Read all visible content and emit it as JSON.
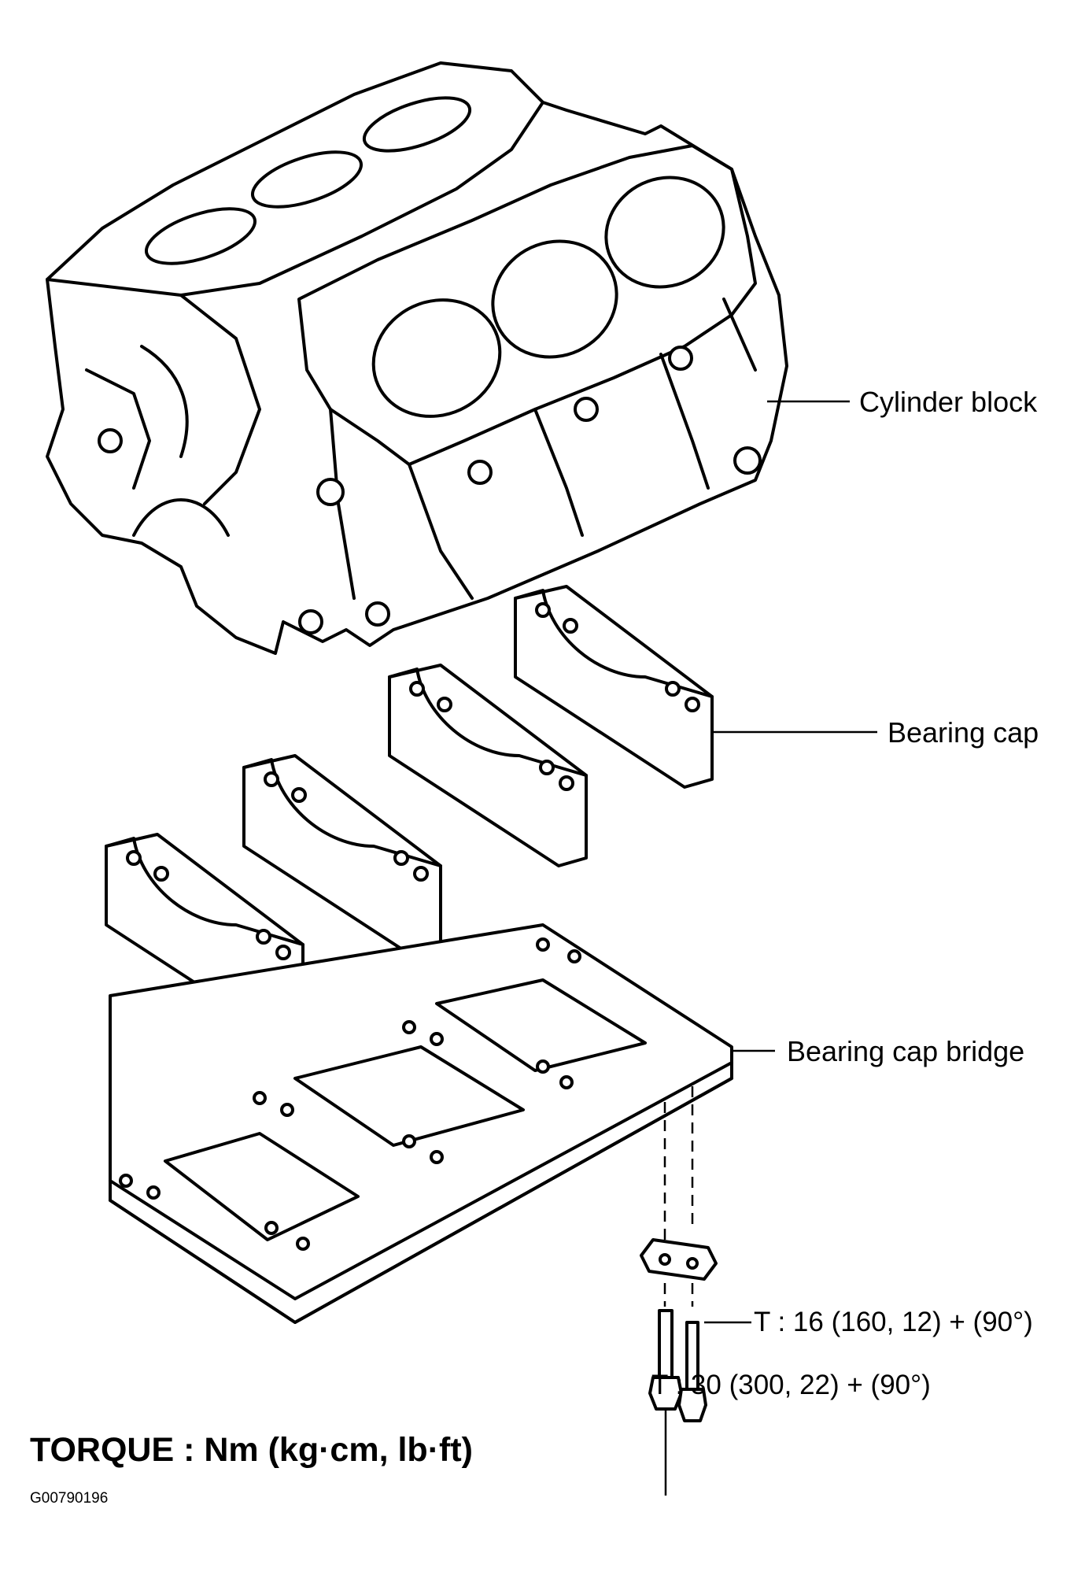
{
  "labels": {
    "cylinder_block": "Cylinder block",
    "bearing_cap": "Bearing cap",
    "bearing_cap_bridge": "Bearing cap bridge",
    "torque_small_bolt": "T : 16 (160, 12) + (90°)",
    "torque_large_bolt": "T : 30 (300, 22) + (90°)"
  },
  "torque_units": "TORQUE : Nm (kg·cm, lb·ft)",
  "figure_id": "G00790196"
}
